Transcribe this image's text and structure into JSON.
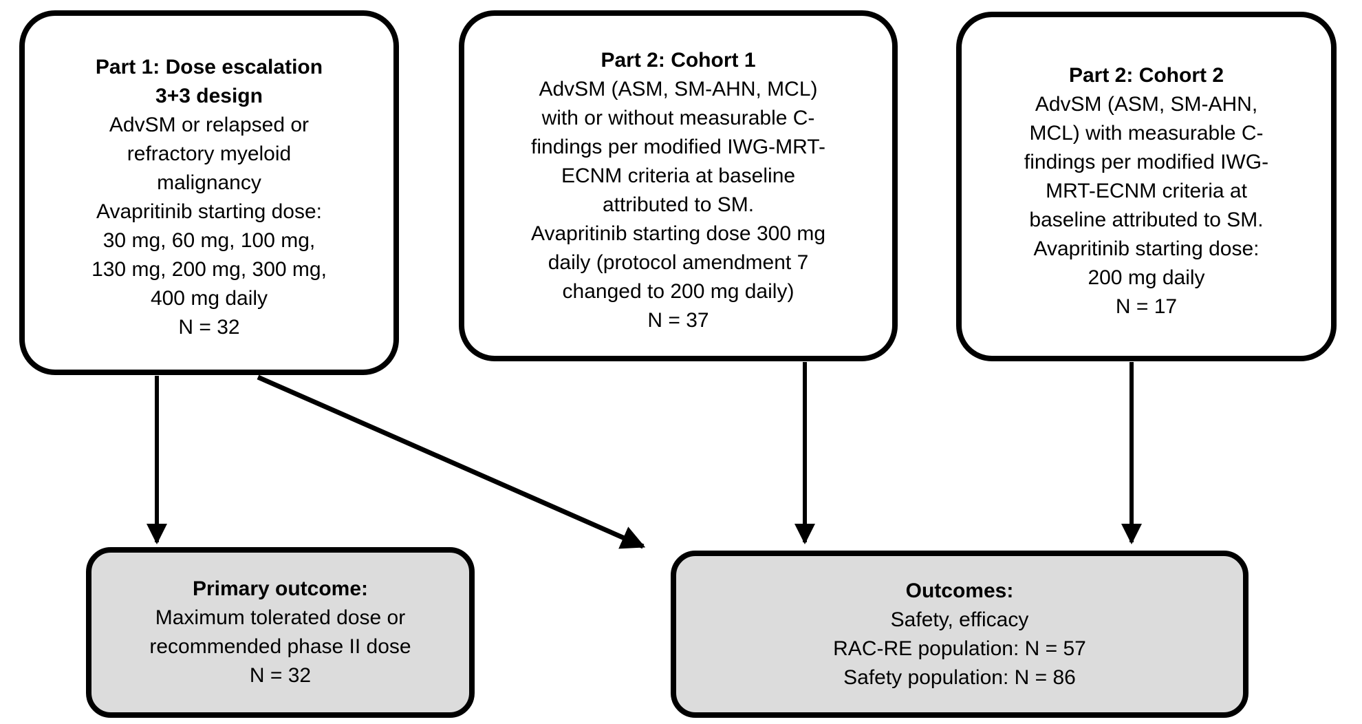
{
  "diagram": {
    "description": "Clinical trial design flow diagram",
    "colors": {
      "top_box_fill": "#ffffff",
      "outcome_box_fill": "#dcdcdc",
      "box_border": "#000000",
      "arrow": "#000000",
      "text": "#000000"
    },
    "boxes": [
      {
        "id": "part1",
        "lines": [
          {
            "t": "Part 1: Dose escalation",
            "b": true
          },
          {
            "t": "3+3 design",
            "b": true
          },
          {
            "t": "AdvSM or relapsed or"
          },
          {
            "t": "refractory myeloid"
          },
          {
            "t": "malignancy"
          },
          {
            "t": "Avapritinib starting dose:"
          },
          {
            "t": "30 mg, 60 mg, 100 mg,"
          },
          {
            "t": "130 mg, 200 mg, 300 mg,"
          },
          {
            "t": "400 mg daily"
          },
          {
            "t": "N = 32"
          }
        ]
      },
      {
        "id": "part2-cohort1",
        "lines": [
          {
            "t": "Part 2: Cohort 1",
            "b": true
          },
          {
            "t": "AdvSM (ASM, SM-AHN, MCL)"
          },
          {
            "t": "with or without measurable C-"
          },
          {
            "t": "findings per modified IWG-MRT-"
          },
          {
            "t": "ECNM criteria at baseline"
          },
          {
            "t": "attributed to SM."
          },
          {
            "t": "Avapritinib starting dose 300 mg"
          },
          {
            "t": "daily (protocol amendment 7"
          },
          {
            "t": "changed to 200 mg daily)"
          },
          {
            "t": "N = 37"
          }
        ]
      },
      {
        "id": "part2-cohort2",
        "lines": [
          {
            "t": "Part 2: Cohort 2",
            "b": true
          },
          {
            "t": "AdvSM (ASM, SM-AHN,"
          },
          {
            "t": "MCL) with measurable C-"
          },
          {
            "t": "findings per modified IWG-"
          },
          {
            "t": "MRT-ECNM criteria at"
          },
          {
            "t": "baseline attributed to SM."
          },
          {
            "t": "Avapritinib starting dose:"
          },
          {
            "t": "200 mg daily"
          },
          {
            "t": "N = 17"
          }
        ]
      },
      {
        "id": "primary-outcome",
        "lines": [
          {
            "t": "Primary outcome:",
            "b": true
          },
          {
            "t": "Maximum tolerated dose or"
          },
          {
            "t": "recommended phase II dose"
          },
          {
            "t": "N = 32"
          }
        ]
      },
      {
        "id": "outcomes",
        "lines": [
          {
            "t": "Outcomes:",
            "b": true
          },
          {
            "t": "Safety, efficacy"
          },
          {
            "t": "RAC-RE population: N = 57"
          },
          {
            "t": "Safety population: N = 86"
          }
        ]
      }
    ],
    "edges": [
      {
        "from": "part1",
        "to": "primary-outcome"
      },
      {
        "from": "part1",
        "to": "outcomes"
      },
      {
        "from": "part2-cohort1",
        "to": "outcomes"
      },
      {
        "from": "part2-cohort2",
        "to": "outcomes"
      }
    ]
  }
}
